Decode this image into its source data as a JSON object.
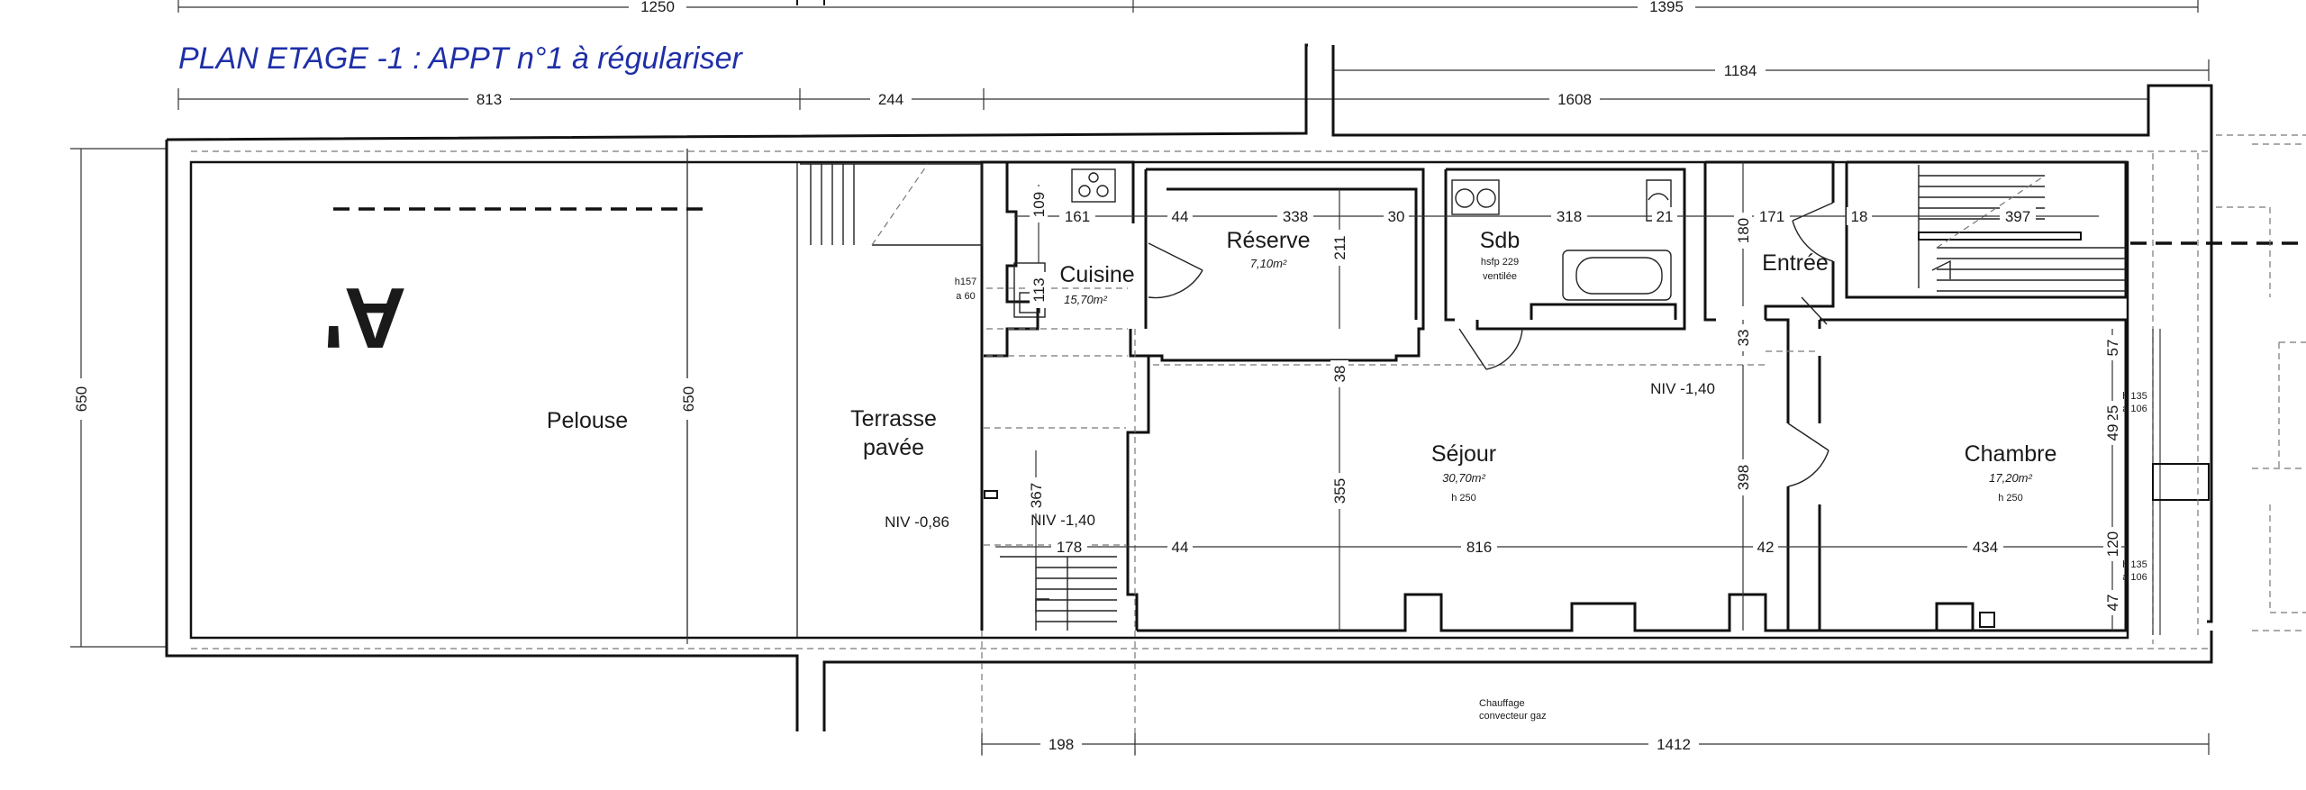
{
  "title": "PLAN ETAGE -1 : APPT n°1 à régulariser",
  "section_mark": "A'",
  "rooms": {
    "pelouse": "Pelouse",
    "terrasse_1": "Terrasse",
    "terrasse_2": "pavée",
    "cuisine": "Cuisine",
    "cuisine_area": "15,70m²",
    "reserve": "Réserve",
    "reserve_area": "7,10m²",
    "sdb": "Sdb",
    "sdb_note1": "hsfp 229",
    "sdb_note2": "ventilée",
    "entree": "Entrée",
    "sejour": "Séjour",
    "sejour_area": "30,70m²",
    "sejour_h": "h 250",
    "chambre": "Chambre",
    "chambre_area": "17,20m²",
    "chambre_h": "h 250"
  },
  "levels": {
    "terrasse": "NIV -0,86",
    "cuisine_stair": "NIV -1,40",
    "sejour": "NIV -1,40"
  },
  "notes": {
    "h157": "h157",
    "a60": "a 60",
    "window_top_1": "h 135",
    "window_top_2": "a 106",
    "window_bot_1": "h 135",
    "window_bot_2": "a 106",
    "chauffage_1": "Chauffage",
    "chauffage_2": "convecteur gaz"
  },
  "dims": {
    "d1250": "1250",
    "d1395": "1395",
    "d1184": "1184",
    "d813": "813",
    "d244": "244",
    "d1608": "1608",
    "d650_left": "650",
    "d650_inner": "650",
    "d161": "161",
    "d109": "109",
    "d113": "113",
    "d44_top": "44",
    "d338": "338",
    "d30": "30",
    "d318": "318",
    "d21": "21",
    "d171": "171",
    "d18": "18",
    "d397": "397",
    "d180": "180",
    "d211": "211",
    "d38": "38",
    "d33": "33",
    "d355": "355",
    "d398": "398",
    "d367": "367",
    "d178": "178",
    "d44_bot": "44",
    "d816": "816",
    "d42": "42",
    "d434": "434",
    "d57": "57",
    "d125": "125",
    "d49": "49",
    "d120": "120",
    "d47": "47",
    "d198": "198",
    "d1412": "1412"
  }
}
